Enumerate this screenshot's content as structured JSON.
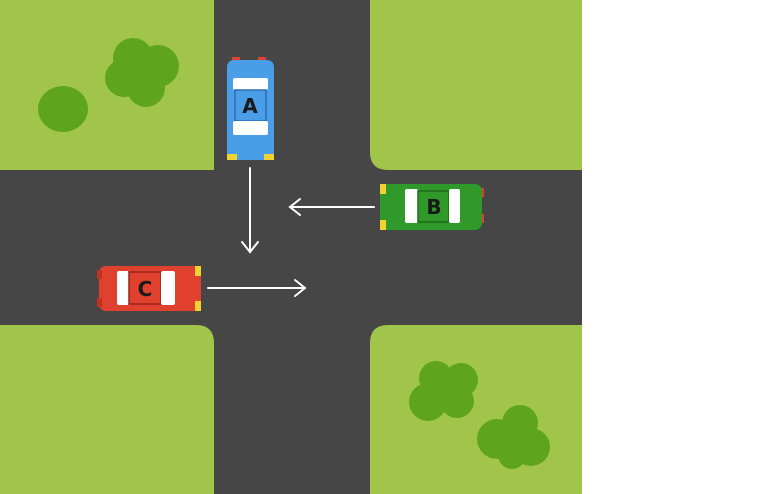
{
  "colors": {
    "grass": "#a0c54a",
    "road": "#464646",
    "bush": "#5fa51b",
    "arrow": "#ffffff",
    "car_a": "#4a9ee8",
    "car_b": "#2f9a2a",
    "car_c": "#e0412e",
    "headlight": "#f2d22e",
    "taillight": "#e0412e",
    "window": "#ffffff"
  },
  "cars": {
    "a": {
      "label": "A",
      "heading": "south"
    },
    "b": {
      "label": "B",
      "heading": "west"
    },
    "c": {
      "label": "C",
      "heading": "east"
    }
  },
  "arrows": {
    "a": {
      "direction": "south"
    },
    "b": {
      "direction": "west"
    },
    "c": {
      "direction": "east"
    }
  }
}
